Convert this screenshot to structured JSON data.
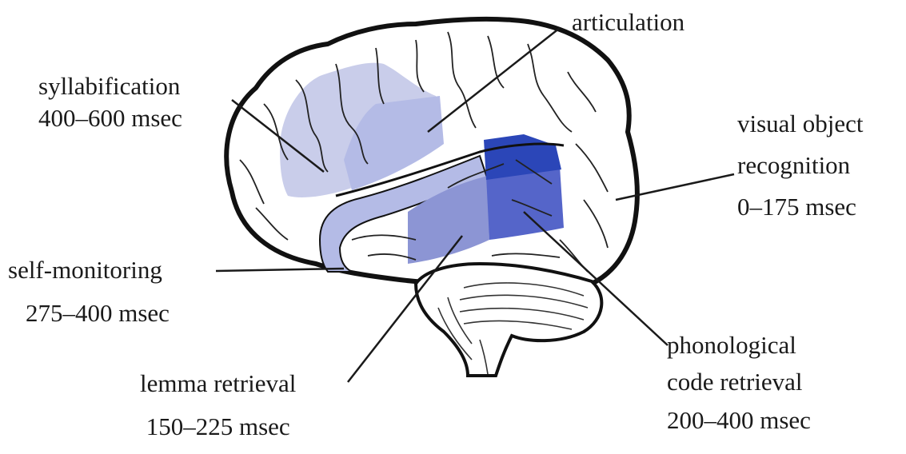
{
  "labels": {
    "articulation": {
      "name": "articulation"
    },
    "syllabification": {
      "name": "syllabification",
      "time": "400–600 msec"
    },
    "visual_object_recognition": {
      "name_line1": "visual object",
      "name_line2": "recognition",
      "time": "0–175 msec"
    },
    "self_monitoring": {
      "name": "self-monitoring",
      "time": "275–400 msec"
    },
    "lemma_retrieval": {
      "name": "lemma retrieval",
      "time": "150–225 msec"
    },
    "phonological_code_retrieval": {
      "name_line1": "phonological",
      "name_line2": "code retrieval",
      "time": "200–400 msec"
    }
  },
  "colors": {
    "outline": "#111111",
    "region_lightest": "#c9cdea",
    "region_light": "#b4bbe6",
    "region_medium": "#8c95d4",
    "region_strong": "#5565c9",
    "region_darkest": "#2b46b8"
  }
}
